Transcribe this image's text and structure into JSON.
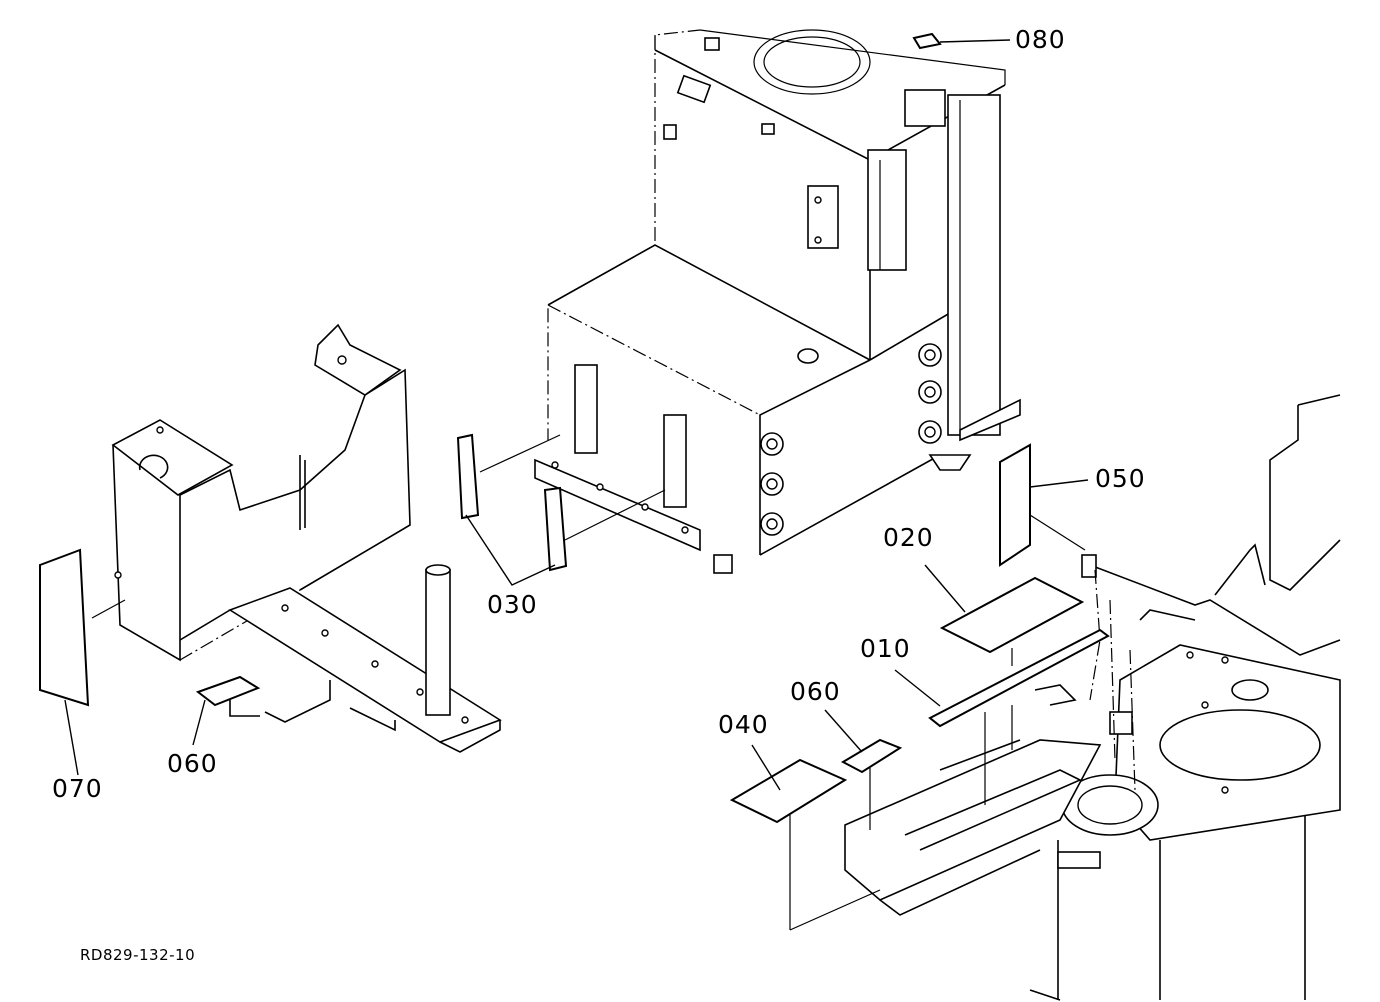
{
  "callouts": [
    {
      "id": "010",
      "text": "010"
    },
    {
      "id": "020",
      "text": "020"
    },
    {
      "id": "030",
      "text": "030"
    },
    {
      "id": "040",
      "text": "040"
    },
    {
      "id": "050",
      "text": "050"
    },
    {
      "id": "060a",
      "text": "060"
    },
    {
      "id": "060b",
      "text": "060"
    },
    {
      "id": "070",
      "text": "070"
    },
    {
      "id": "080",
      "text": "080"
    }
  ],
  "drawing_code": "RD829-132-10"
}
